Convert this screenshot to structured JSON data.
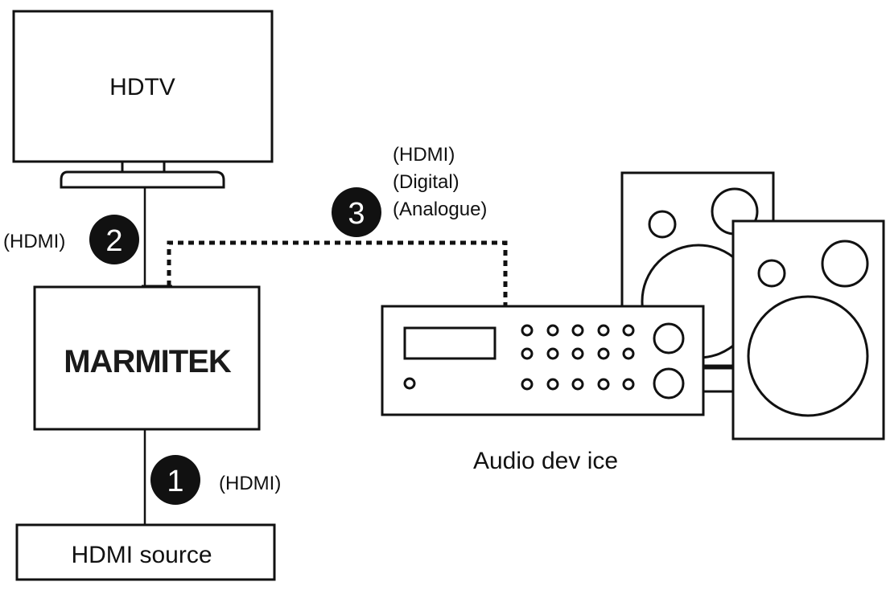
{
  "devices": {
    "tv_label": "HDTV",
    "switch_logo": "MARMITEK",
    "source_label": "HDMI source",
    "audio_label": "Audio dev ice"
  },
  "connections": [
    {
      "number": "1",
      "labels": [
        "(HDMI)"
      ]
    },
    {
      "number": "2",
      "labels": [
        "(HDMI)"
      ]
    },
    {
      "number": "3",
      "labels": [
        "(HDMI)",
        "(Digital)",
        "(Analogue)"
      ]
    }
  ],
  "colors": {
    "line": "#111111",
    "badge": "#111111",
    "background": "#ffffff"
  }
}
